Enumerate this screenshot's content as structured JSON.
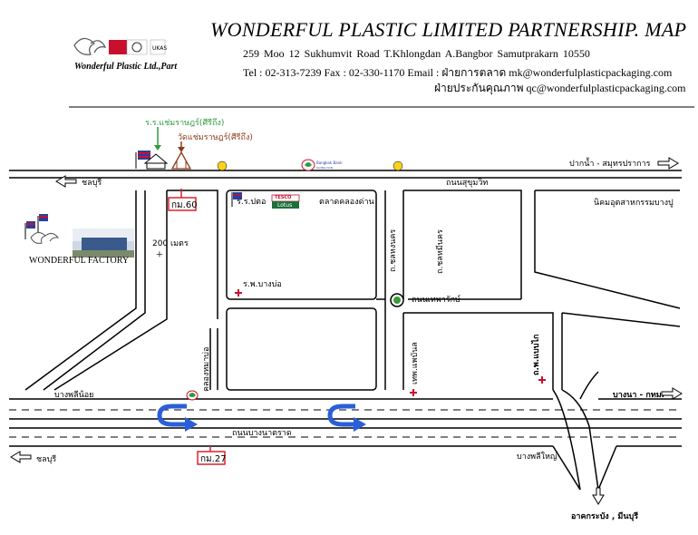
{
  "header": {
    "title": "WONDERFUL PLASTIC LIMITED PARTNERSHIP.   MAP",
    "address": "259   Moo  12      Sukhumvit Road    T.Khlongdan   A.Bangbor   Samutprakarn    10550",
    "contact": "Tel : 02-313-7239     Fax : 02-330-1170    Email : ฝ่ายการตลาด  mk@wonderfulplasticpackaging.com",
    "qc_email": "ฝ่ายประกันคุณภาพ  qc@wonderfulplasticpackaging.com",
    "company_name": "Wonderful Plastic Ltd.,Part"
  },
  "colors": {
    "label_green": "#2e9b3e",
    "label_red": "#c8102e",
    "km_box": "#d9232d",
    "flag_blue": "#2a3f9d",
    "arrow_blue": "#2b5fd9"
  },
  "map": {
    "temple_school": "ร.ร.แช่มราษฎร์(ศีรีถึง)",
    "temple": "วัดแช่มราษฎร์(ศีรีถึง)",
    "to_paknam": "ปากน้ำ - สมุทรปราการ",
    "to_chonburi_top": "ชลบุรี",
    "sukhumvit": "ถนนสุขุมวิท",
    "km60": "กม.60",
    "post_office": "ร.ร.ปตอ",
    "tesco": "TESCO",
    "lotus": "Lotus",
    "market": "ตลาดคลองด่าน",
    "industrial": "นิคมอุตสาหกรรมบางปู",
    "meters": "200 เมตร",
    "factory": "WONDERFUL FACTORY",
    "hospital": "ร.พ.บางบ่อ",
    "thepharak": "ถนนเทพารักษ์",
    "road_v1": "ถ.ชลหงนคร",
    "road_v2": "ถ.ชลหมีนคร",
    "road_v3": "คลองหมาบ่อ",
    "road_v4": "ถ.พ.แบบไก",
    "road_v5": "เทพ.แพบันล",
    "bang_phli_noi": "บางพลีน้อย",
    "bangna": "บางนา - กทม.",
    "bangna_trad": "ถนนบางนาตราด",
    "to_chonburi_bottom": "ชลบุรี",
    "bang_phli_yai": "บางพลีใหญ่",
    "km27": "กม.27",
    "bottom_dest": "อาคกระบัง , มีนบุรี"
  }
}
